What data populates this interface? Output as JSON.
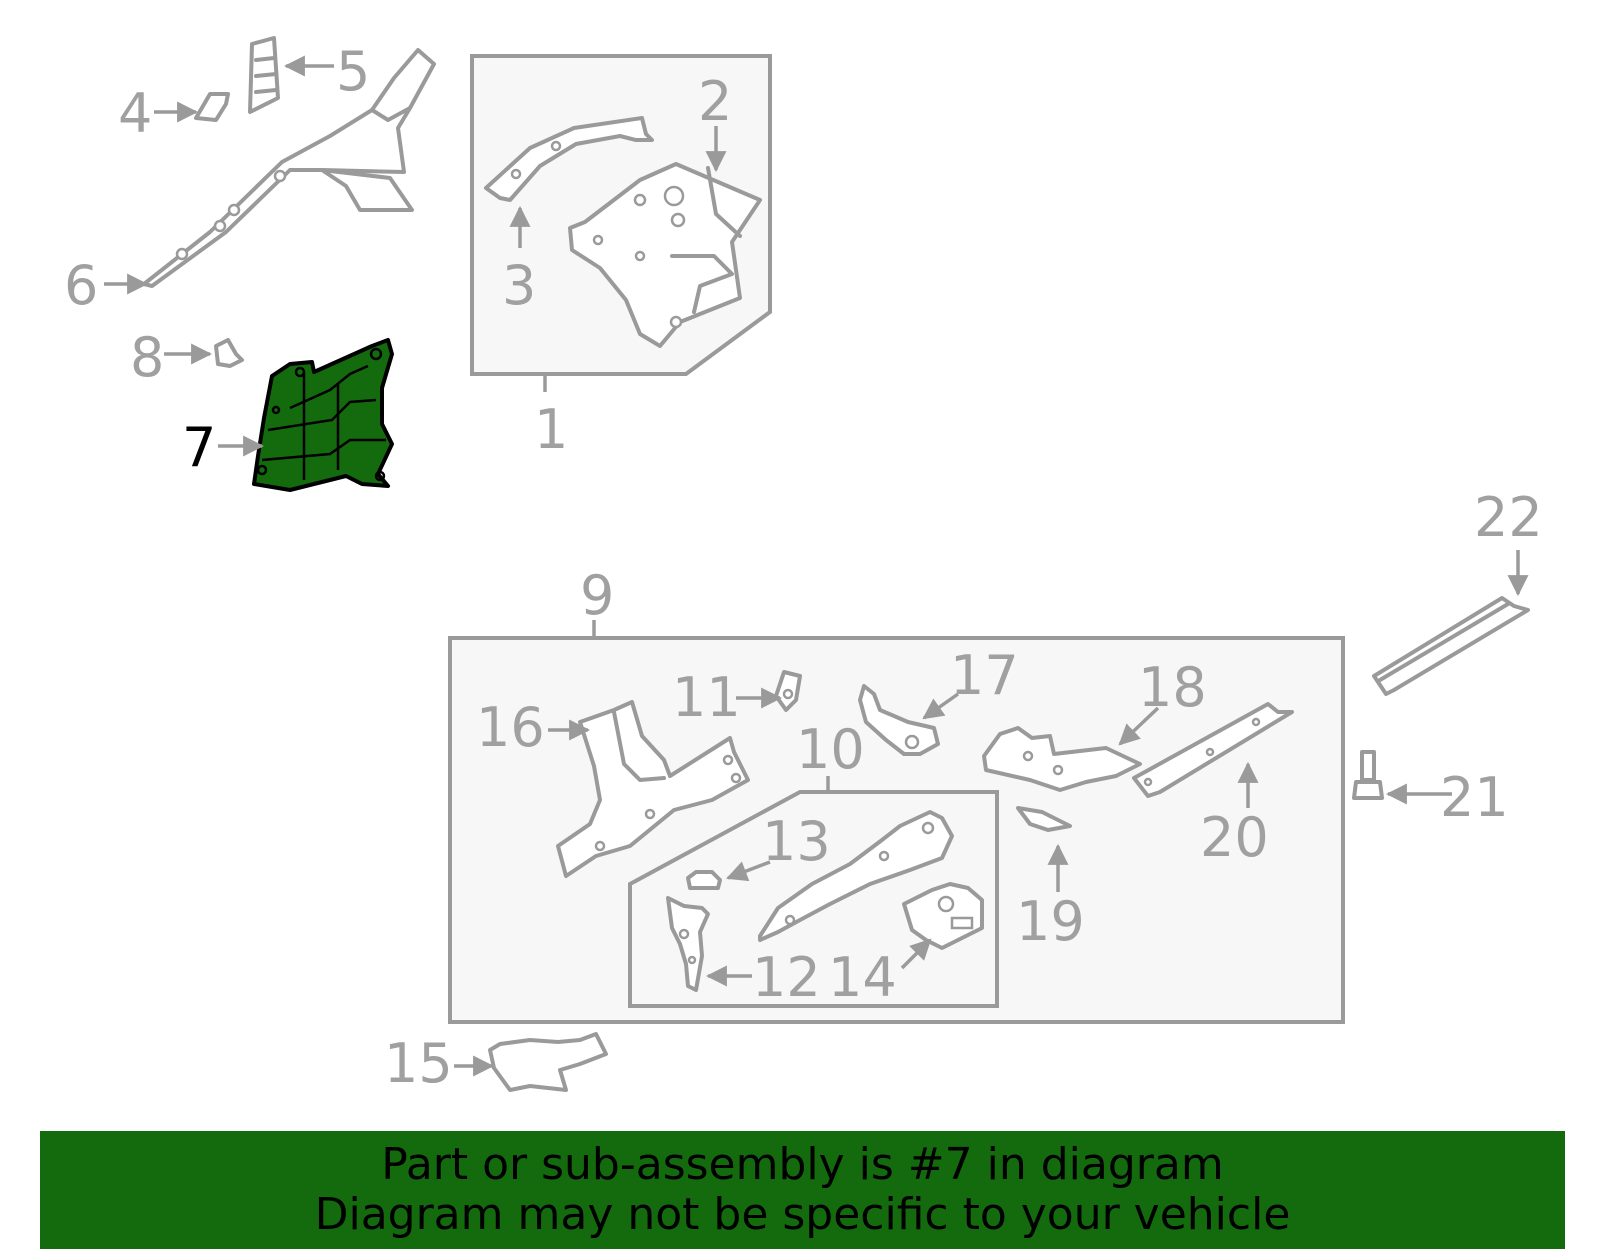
{
  "diagram": {
    "highlighted_part": "7",
    "colors": {
      "highlight": "#136b0d",
      "outline": "#9a9a9a",
      "banner_text": "#000000"
    },
    "callouts": {
      "c1": "1",
      "c2": "2",
      "c3": "3",
      "c4": "4",
      "c5": "5",
      "c6": "6",
      "c7": "7",
      "c8": "8",
      "c9": "9",
      "c10": "10",
      "c11": "11",
      "c12": "12",
      "c13": "13",
      "c14": "14",
      "c15": "15",
      "c16": "16",
      "c17": "17",
      "c18": "18",
      "c19": "19",
      "c20": "20",
      "c21": "21",
      "c22": "22"
    }
  },
  "banner": {
    "line1": "Part or sub-assembly is #7 in diagram",
    "line2": "Diagram may not be specific to your vehicle"
  }
}
